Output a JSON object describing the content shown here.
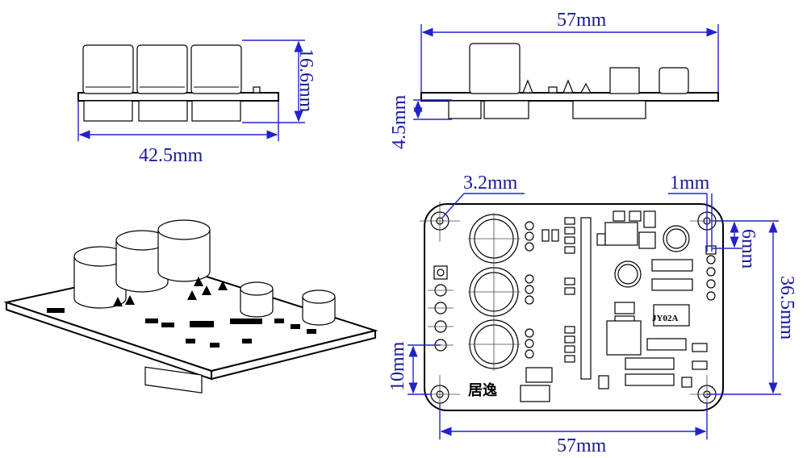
{
  "dimensions": {
    "side_height": "16.6mm",
    "side_length": "42.5mm",
    "front_length_top": "57mm",
    "front_thickness": "4.5mm",
    "hole_diameter": "3.2mm",
    "pin_pitch": "1mm",
    "pin_offset": "6mm",
    "board_height": "36.5mm",
    "hole_to_pin": "10mm",
    "board_length_bottom": "57mm"
  },
  "labels": {
    "chip_marking": "JY02A",
    "brand_mark": "居逸"
  },
  "colors": {
    "dimension_line": "#2222cc",
    "dimension_text": "#1a1a9a",
    "outline": "#000000"
  }
}
